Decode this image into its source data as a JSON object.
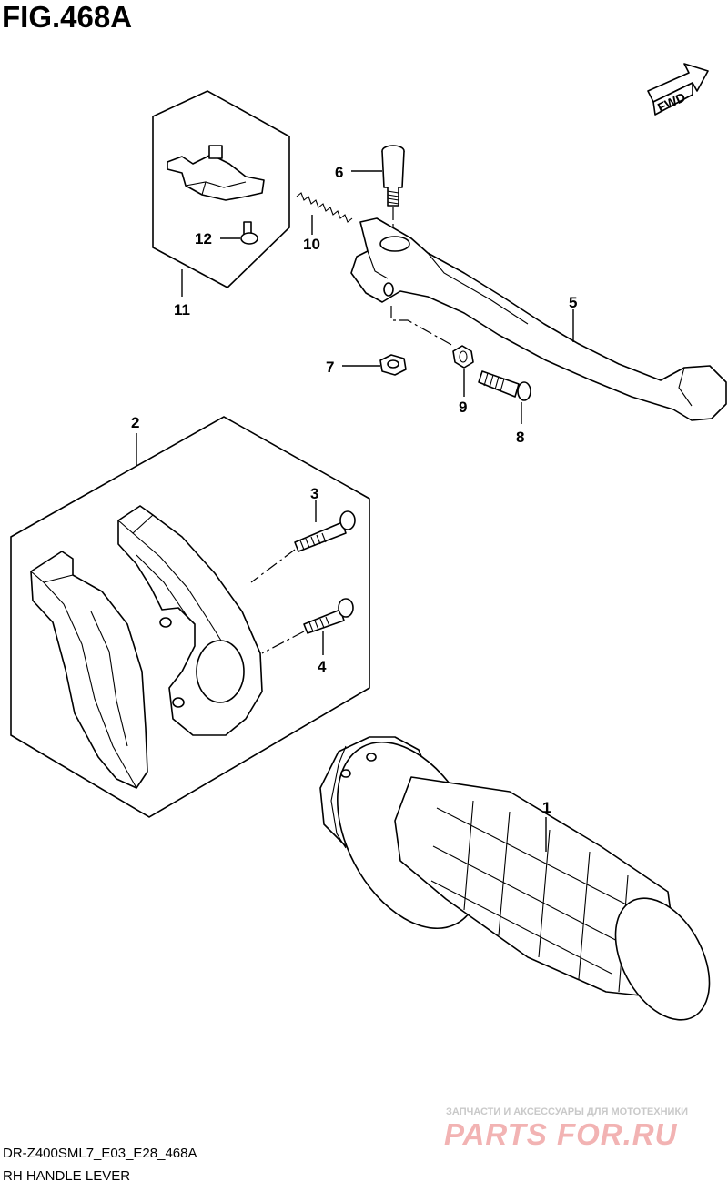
{
  "figure": {
    "title": "FIG.468A"
  },
  "fwd_label": "FWD",
  "callouts": [
    "1",
    "2",
    "3",
    "4",
    "5",
    "6",
    "7",
    "8",
    "9",
    "10",
    "11",
    "12"
  ],
  "footer": {
    "code": "DR-Z400SML7_E03_E28_468A",
    "subtitle": "RH HANDLE LEVER"
  },
  "watermark": {
    "tagline": "ЗАПЧАСТИ И АКСЕССУАРЫ ДЛЯ МОТОТЕХНИКИ",
    "logo": "PARTS FOR.RU"
  }
}
